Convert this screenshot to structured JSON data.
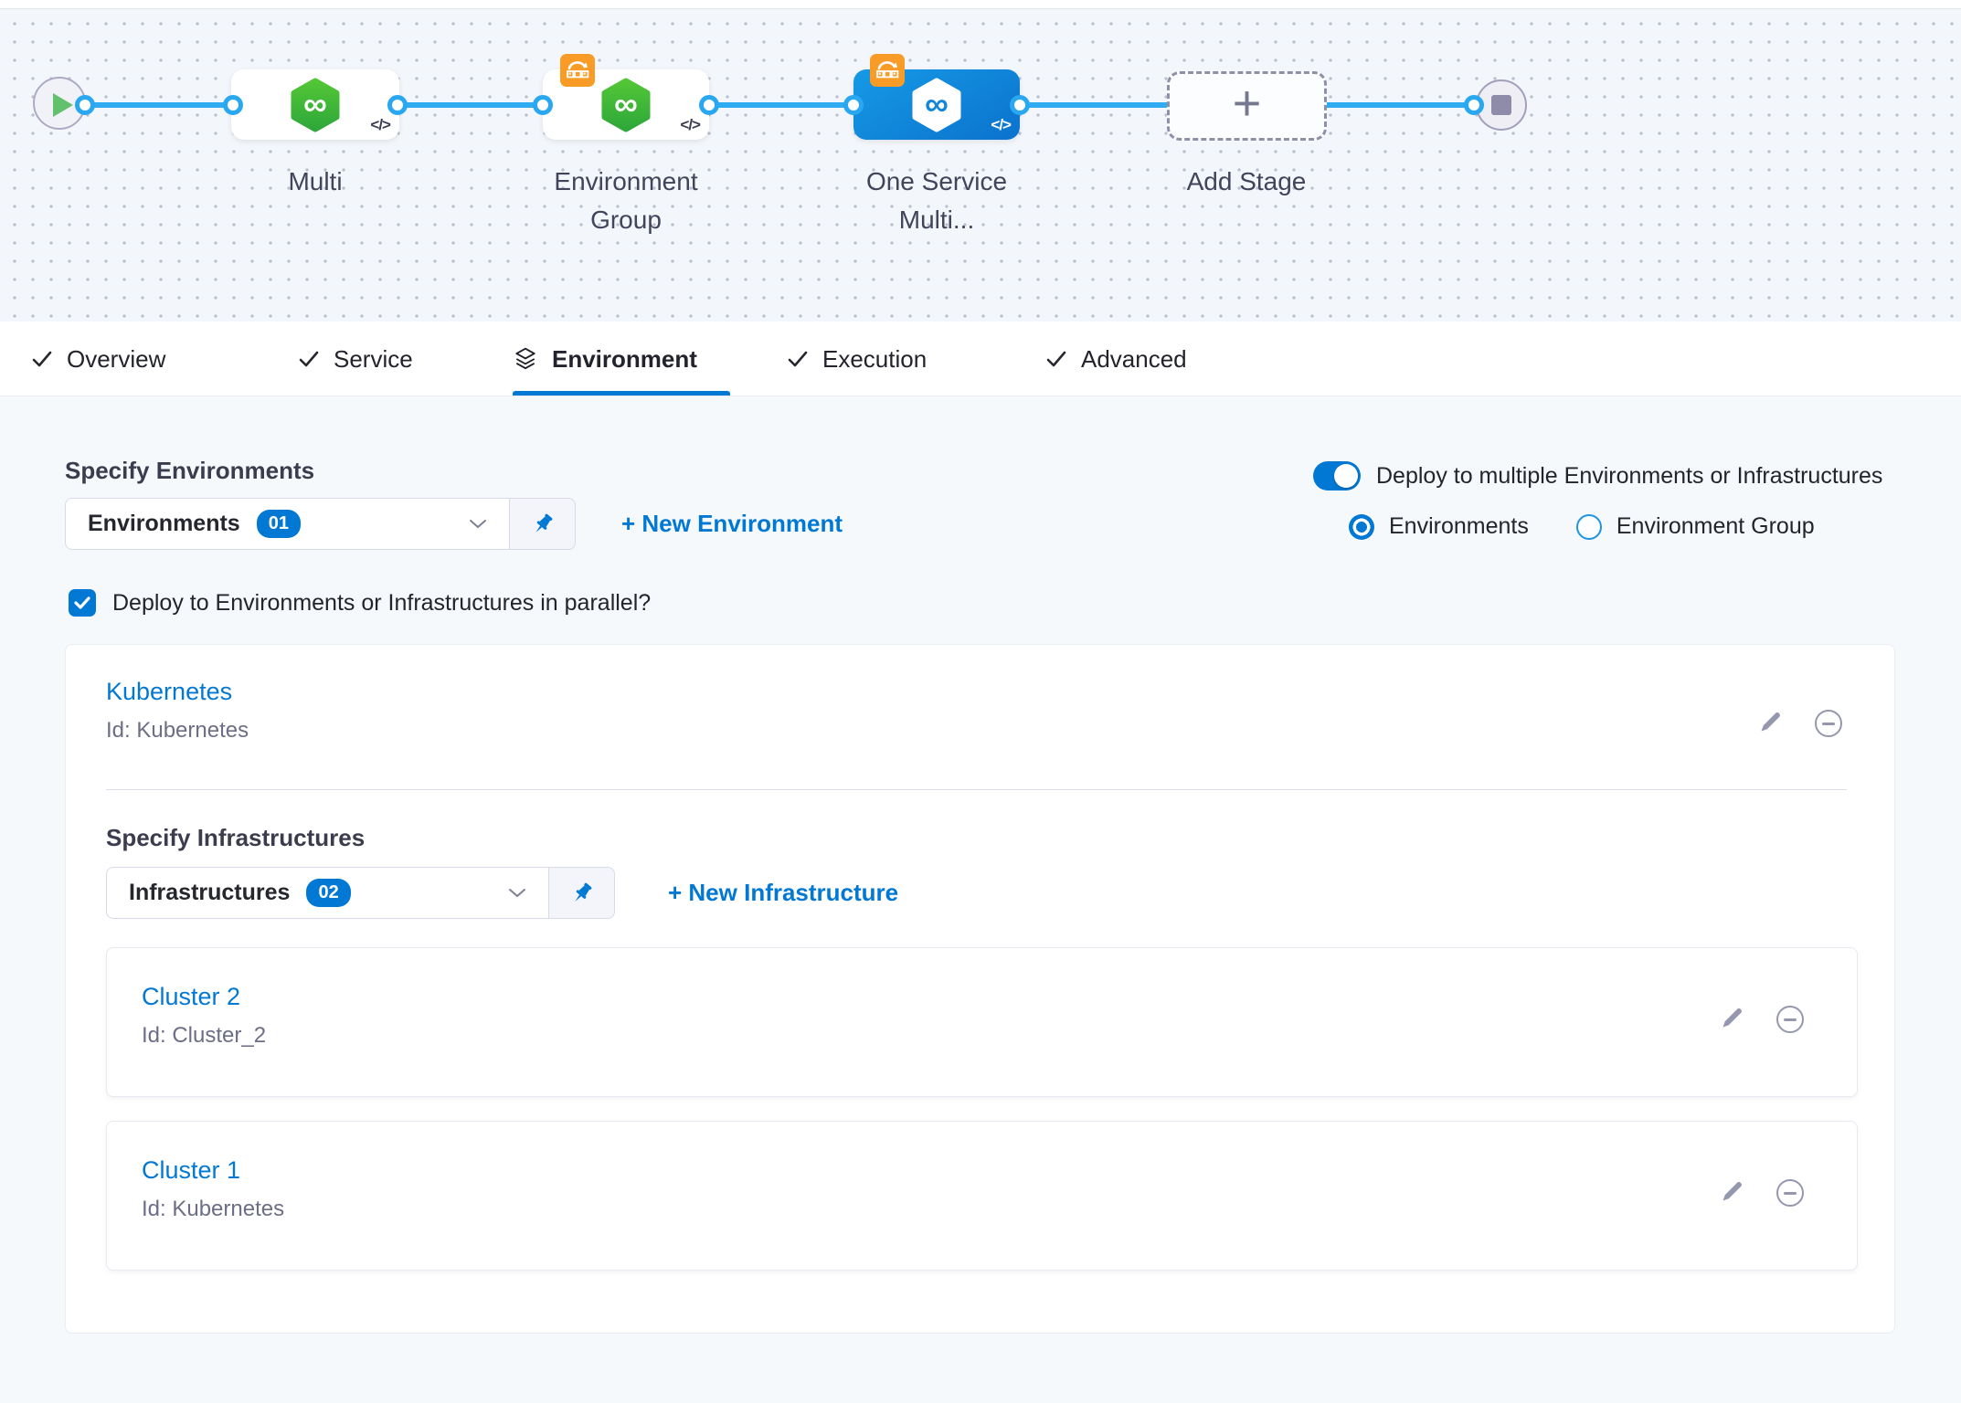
{
  "colors": {
    "accent": "#0278d5",
    "connector_line": "#2fabf2",
    "node_green": "#3cb434",
    "node_blue": "#0f87dd",
    "badge_orange": "#f99b27",
    "icon_gray": "#9597af"
  },
  "pipeline": {
    "stages": [
      {
        "label1": "Multi",
        "label2": ""
      },
      {
        "label1": "Environment",
        "label2": "Group"
      },
      {
        "label1": "One Service",
        "label2": "Multi..."
      }
    ],
    "add_stage": {
      "label": "Add Stage",
      "plus": "+"
    },
    "code_icon_text": "</>"
  },
  "tabs": {
    "items": [
      {
        "label": "Overview"
      },
      {
        "label": "Service"
      },
      {
        "label": "Environment"
      },
      {
        "label": "Execution"
      },
      {
        "label": "Advanced"
      }
    ]
  },
  "environments": {
    "heading": "Specify Environments",
    "dropdown": {
      "label": "Environments",
      "badge": "01"
    },
    "new_link": "+ New Environment",
    "toggle_label": "Deploy to multiple Environments or Infrastructures",
    "radio_environments": "Environments",
    "radio_environment_group": "Environment Group",
    "parallel_checkbox_label": "Deploy to Environments or Infrastructures in parallel?"
  },
  "environment_card": {
    "title": "Kubernetes",
    "id": "Id: Kubernetes",
    "infrastructures": {
      "heading": "Specify Infrastructures",
      "dropdown": {
        "label": "Infrastructures",
        "badge": "02"
      },
      "new_link": "+ New Infrastructure",
      "items": [
        {
          "title": "Cluster 2",
          "id": "Id: Cluster_2"
        },
        {
          "title": "Cluster 1",
          "id": "Id: Kubernetes"
        }
      ]
    }
  }
}
